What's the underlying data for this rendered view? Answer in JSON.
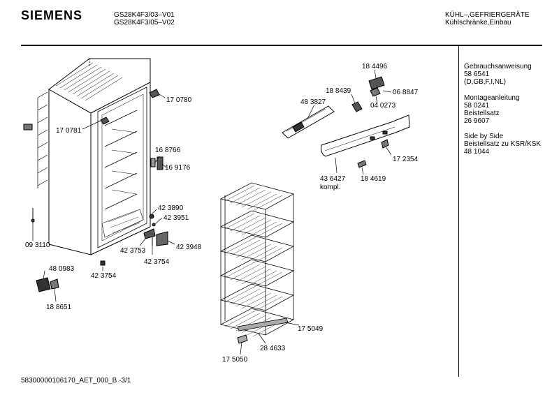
{
  "header": {
    "brand": "SIEMENS",
    "model_1": "GS28K4F3/03–V01",
    "model_2": "GS28K4F3/05–V02",
    "category": "KÜHL–,GEFRIERGERÄTE",
    "subcategory": "Kühlschränke,Einbau"
  },
  "documents": [
    {
      "title": "Gebrauchsanweisung",
      "lines": [
        "58 6541",
        "(D,GB,F,I,NL)"
      ]
    },
    {
      "title": "Montageanleitung",
      "lines": [
        "58 0241",
        "Beistellsatz",
        "26 9607"
      ]
    },
    {
      "title": "Side by Side",
      "lines": [
        "Beistellsatz zu KSR/KSK",
        "48 1044"
      ]
    }
  ],
  "parts": {
    "p170780": "17 0780",
    "p170781": "17 0781",
    "p168766": "16 8766",
    "p169176": "16 9176",
    "p423890": "42 3890",
    "p423951": "42 3951",
    "p423753": "42 3753",
    "p423948": "42 3948",
    "p423754a": "42 3754",
    "p423754b": "42 3754",
    "p093110": "09 3110",
    "p480983": "48 0983",
    "p188651": "18 8651",
    "p184496": "18 4496",
    "p188439": "18 8439",
    "p068847": "06 8847",
    "p040273": "04 0273",
    "p483827": "48 3827",
    "p172354": "17 2354",
    "p436427": "43 6427",
    "p436427_note": "kompl.",
    "p184619": "18 4619",
    "p175049": "17 5049",
    "p284633": "28 4633",
    "p175050": "17 5050"
  },
  "footer": {
    "code": "58300000106170_AET_000_B -3/1"
  }
}
